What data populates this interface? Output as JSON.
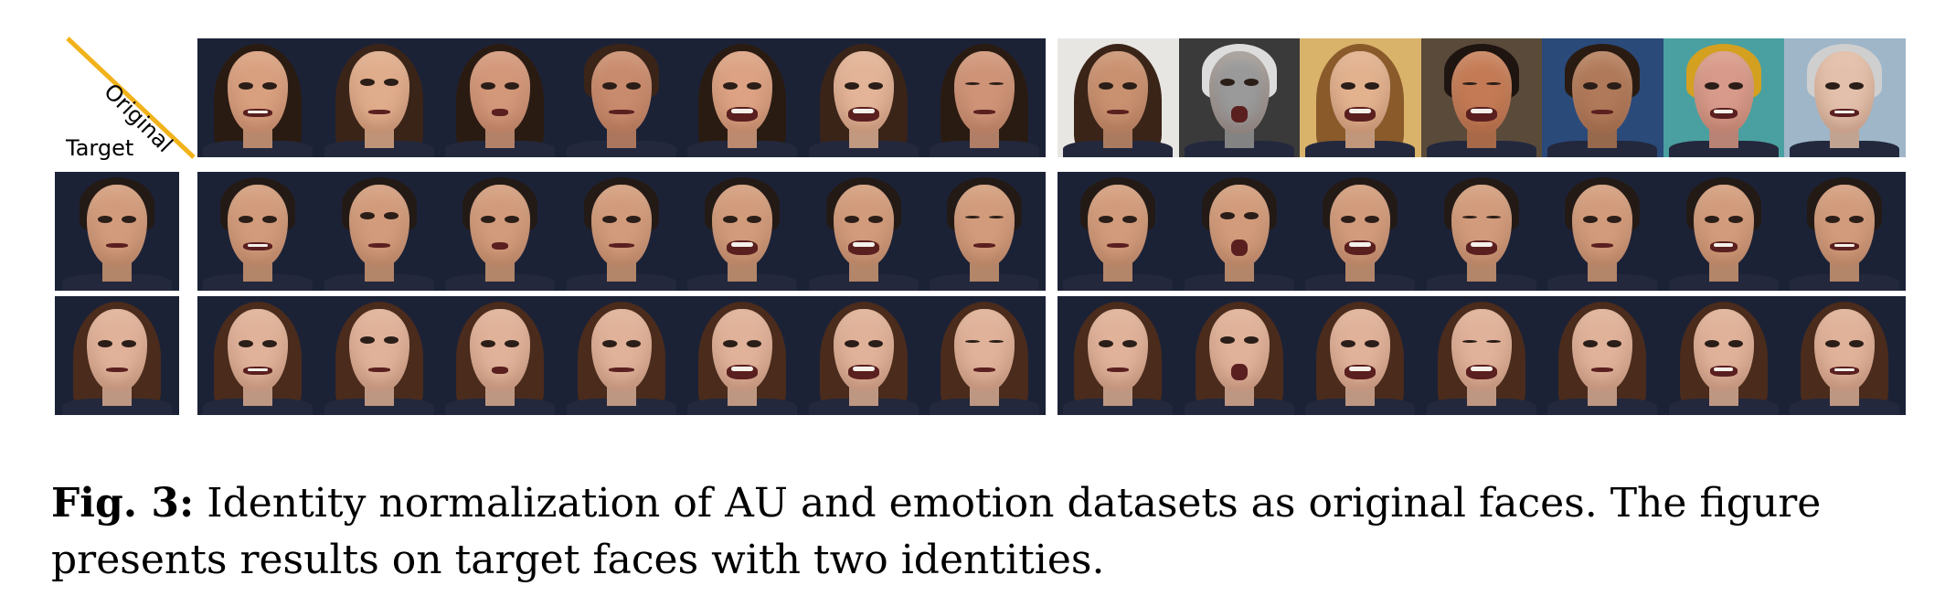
{
  "figure": {
    "label_original": "Original",
    "label_target": "Target",
    "colors": {
      "diagonal_line": "#f2b21b",
      "panel_bg": "#1c2236",
      "divider": "#ffffff"
    },
    "rows": [
      {
        "role": "original",
        "left_set": [
          "smile",
          "brow-raise",
          "pout",
          "frown",
          "grin",
          "laugh",
          "squint"
        ],
        "right_set": [
          "disgust",
          "surprise",
          "laugh",
          "laugh-eyes-closed",
          "neutral",
          "snarl",
          "smile"
        ]
      },
      {
        "role": "target-male",
        "left_set": [
          "smile",
          "brow-raise",
          "pout",
          "frown",
          "grin",
          "laugh",
          "squint"
        ],
        "right_set": [
          "disgust",
          "surprise",
          "laugh",
          "laugh-eyes-closed",
          "neutral",
          "snarl",
          "smile"
        ]
      },
      {
        "role": "target-female",
        "left_set": [
          "smile",
          "brow-raise",
          "pout",
          "frown",
          "grin",
          "laugh",
          "squint"
        ],
        "right_set": [
          "disgust",
          "surprise",
          "laugh",
          "laugh-eyes-closed",
          "neutral",
          "snarl",
          "smile"
        ]
      }
    ]
  },
  "caption": {
    "label": "Fig. 3:",
    "text": " Identity normalization of AU and emotion datasets as original faces. The figure presents results on target faces with two identities."
  }
}
